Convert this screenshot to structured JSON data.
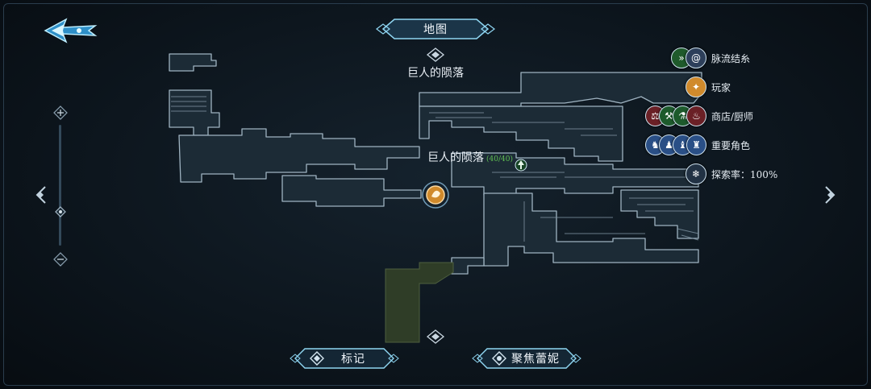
{
  "header": {
    "title": "地图"
  },
  "area": {
    "name": "巨人的陨落"
  },
  "region": {
    "name": "巨人的陨落",
    "progress": "(40/40)"
  },
  "legend": {
    "items": [
      {
        "label": "脉流结糸",
        "icons": [
          "fastforward-icon",
          "spiral-icon"
        ],
        "colors": [
          "#1f5a2b",
          "#2d3f5a"
        ]
      },
      {
        "label": "玩家",
        "icons": [
          "player-icon"
        ],
        "colors": [
          "#d08a2c"
        ]
      },
      {
        "label": "商店/厨师",
        "icons": [
          "shop-icon",
          "shop-icon",
          "shop-icon",
          "chef-icon"
        ],
        "colors": [
          "#6a2026",
          "#1d5a2c",
          "#1d5a2c",
          "#6a2026"
        ]
      },
      {
        "label": "重要角色",
        "icons": [
          "npc-icon",
          "npc-icon",
          "npc-icon",
          "npc-icon"
        ],
        "colors": [
          "#2a4f86",
          "#2a4f86",
          "#2a4f86",
          "#2a4f86"
        ]
      },
      {
        "label": "探索率：100%",
        "icons": [
          "snowflake-icon"
        ],
        "colors": [
          "#223244"
        ]
      }
    ]
  },
  "buttons": {
    "mark": "标记",
    "focus": "聚焦蕾妮"
  },
  "colors": {
    "accent": "#6fd0f5",
    "map_fill": "#1c2b36",
    "map_edge": "#9fb3c1",
    "unexplored": "#3a4a30",
    "complete": "#5fbf52"
  }
}
